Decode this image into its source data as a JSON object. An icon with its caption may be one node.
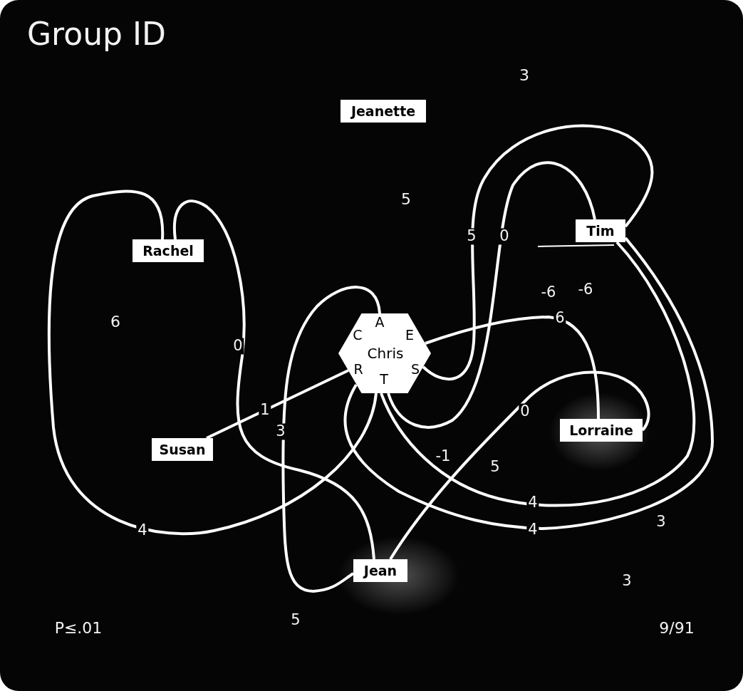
{
  "diagram": {
    "title": "Group ID",
    "nodes": [
      {
        "text": [
          "Jeanette"
        ]
      },
      {
        "text": [
          "Rachel"
        ]
      },
      {
        "text": [
          "A",
          "C",
          "E",
          "Chris",
          "R",
          "T",
          "S"
        ]
      },
      {
        "text": [
          "Tim"
        ]
      },
      {
        "text": [
          "Lorraine"
        ]
      },
      {
        "text": [
          "Susan"
        ]
      },
      {
        "text": [
          "Jean"
        ]
      }
    ],
    "edges": [
      {
        "from": 2,
        "to": 1,
        "arrow": "none",
        "label": "4"
      },
      {
        "from": 1,
        "to": 6,
        "arrow": "none",
        "label": "0"
      },
      {
        "from": 5,
        "to": 2,
        "arrow": "none",
        "label": "1"
      },
      {
        "from": 2,
        "to": 6,
        "arrow": "none",
        "label": "3"
      },
      {
        "from": 2,
        "to": 3,
        "arrow": "none",
        "label": "5"
      },
      {
        "from": 2,
        "to": 3,
        "arrow": "none",
        "label": "0"
      },
      {
        "from": 2,
        "to": 4,
        "arrow": "none",
        "label": "6"
      },
      {
        "from": 6,
        "to": 4,
        "arrow": "none",
        "label": "0"
      },
      {
        "from": 2,
        "to": 3,
        "arrow": "none",
        "label": "4"
      },
      {
        "from": 2,
        "to": 3,
        "arrow": "none",
        "label": "4"
      }
    ],
    "labels": [
      "3",
      "5",
      "6",
      "-6",
      "-6",
      "-1",
      "5",
      "3",
      "3",
      "5",
      "P≤.01",
      "9/91"
    ]
  }
}
